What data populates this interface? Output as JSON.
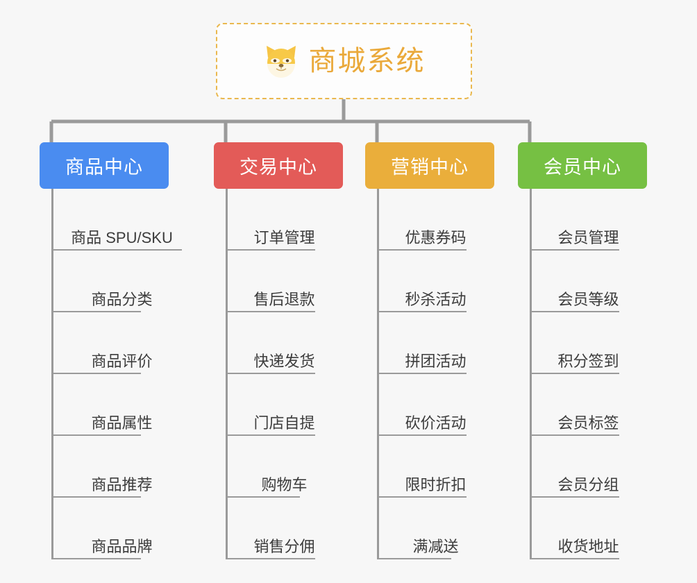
{
  "background_color": "#f7f7f7",
  "root": {
    "title": "商城系统",
    "icon": "shiba-dog-face-icon",
    "title_color": "#eaa93a",
    "border_color": "#eab84e",
    "fill_color": "#fdfdfd"
  },
  "connector_color": "#9a9a9a",
  "columns": [
    {
      "key": "product-center",
      "title": "商品中心",
      "color": "#4a8cf0",
      "items": [
        "商品 SPU/SKU",
        "商品分类",
        "商品评价",
        "商品属性",
        "商品推荐",
        "商品品牌"
      ]
    },
    {
      "key": "trade-center",
      "title": "交易中心",
      "color": "#e35b58",
      "items": [
        "订单管理",
        "售后退款",
        "快递发货",
        "门店自提",
        "购物车",
        "销售分佣"
      ]
    },
    {
      "key": "marketing-center",
      "title": "营销中心",
      "color": "#eaae3b",
      "items": [
        "优惠券码",
        "秒杀活动",
        "拼团活动",
        "砍价活动",
        "限时折扣",
        "满减送"
      ]
    },
    {
      "key": "member-center",
      "title": "会员中心",
      "color": "#76c043",
      "items": [
        "会员管理",
        "会员等级",
        "积分签到",
        "会员标签",
        "会员分组",
        "收货地址"
      ]
    }
  ]
}
